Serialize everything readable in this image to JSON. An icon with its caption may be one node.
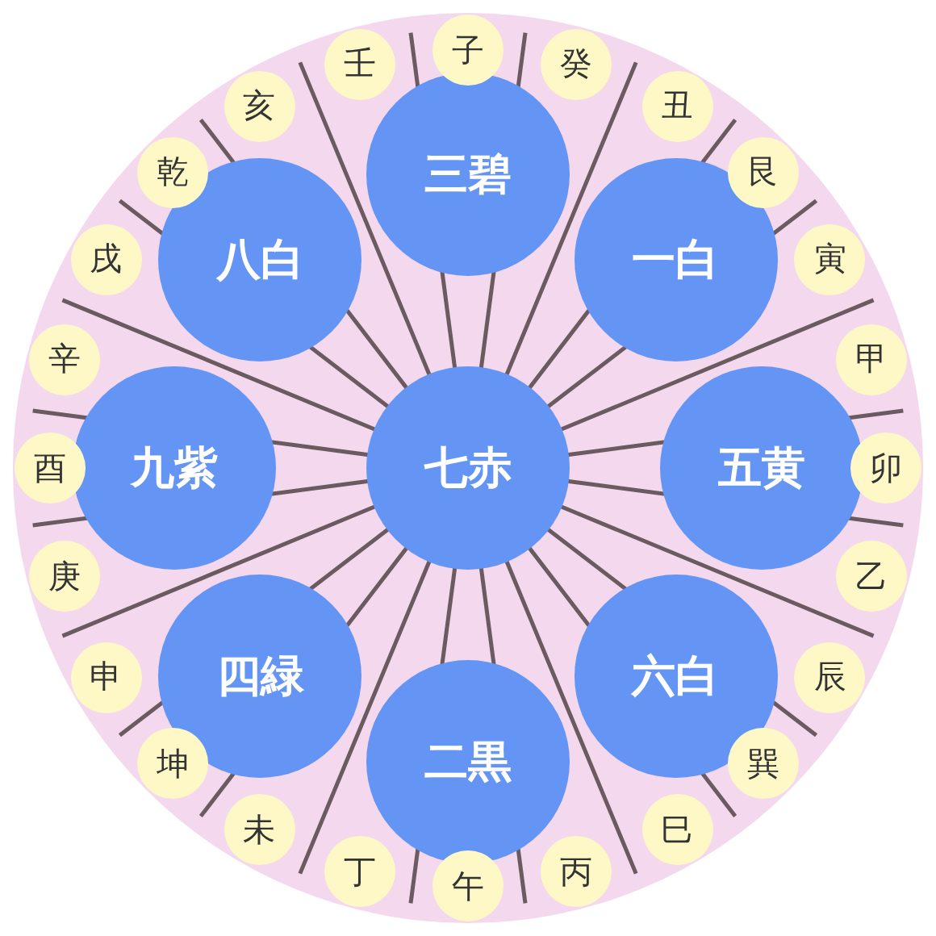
{
  "diagram": {
    "nodes": [
      {
        "text": [
          "三碧"
        ]
      },
      {
        "text": [
          "八白"
        ]
      },
      {
        "text": [
          "一白"
        ]
      },
      {
        "text": [
          "九紫"
        ]
      },
      {
        "text": [
          "七赤"
        ]
      },
      {
        "text": [
          "五黄"
        ]
      },
      {
        "text": [
          "四緑"
        ]
      },
      {
        "text": [
          "六白"
        ]
      },
      {
        "text": [
          "二黒"
        ]
      },
      {
        "text": [
          "子"
        ]
      },
      {
        "text": [
          "癸"
        ]
      },
      {
        "text": [
          "丑"
        ]
      },
      {
        "text": [
          "艮"
        ]
      },
      {
        "text": [
          "寅"
        ]
      },
      {
        "text": [
          "甲"
        ]
      },
      {
        "text": [
          "卯"
        ]
      },
      {
        "text": [
          "乙"
        ]
      },
      {
        "text": [
          "辰"
        ]
      },
      {
        "text": [
          "巽"
        ]
      },
      {
        "text": [
          "巳"
        ]
      },
      {
        "text": [
          "丙"
        ]
      },
      {
        "text": [
          "午"
        ]
      },
      {
        "text": [
          "丁"
        ]
      },
      {
        "text": [
          "未"
        ]
      },
      {
        "text": [
          "坤"
        ]
      },
      {
        "text": [
          "申"
        ]
      },
      {
        "text": [
          "庚"
        ]
      },
      {
        "text": [
          "酉"
        ]
      },
      {
        "text": [
          "辛"
        ]
      },
      {
        "text": [
          "戌"
        ]
      },
      {
        "text": [
          "乾"
        ]
      },
      {
        "text": [
          "亥"
        ]
      },
      {
        "text": [
          "壬"
        ]
      }
    ]
  }
}
